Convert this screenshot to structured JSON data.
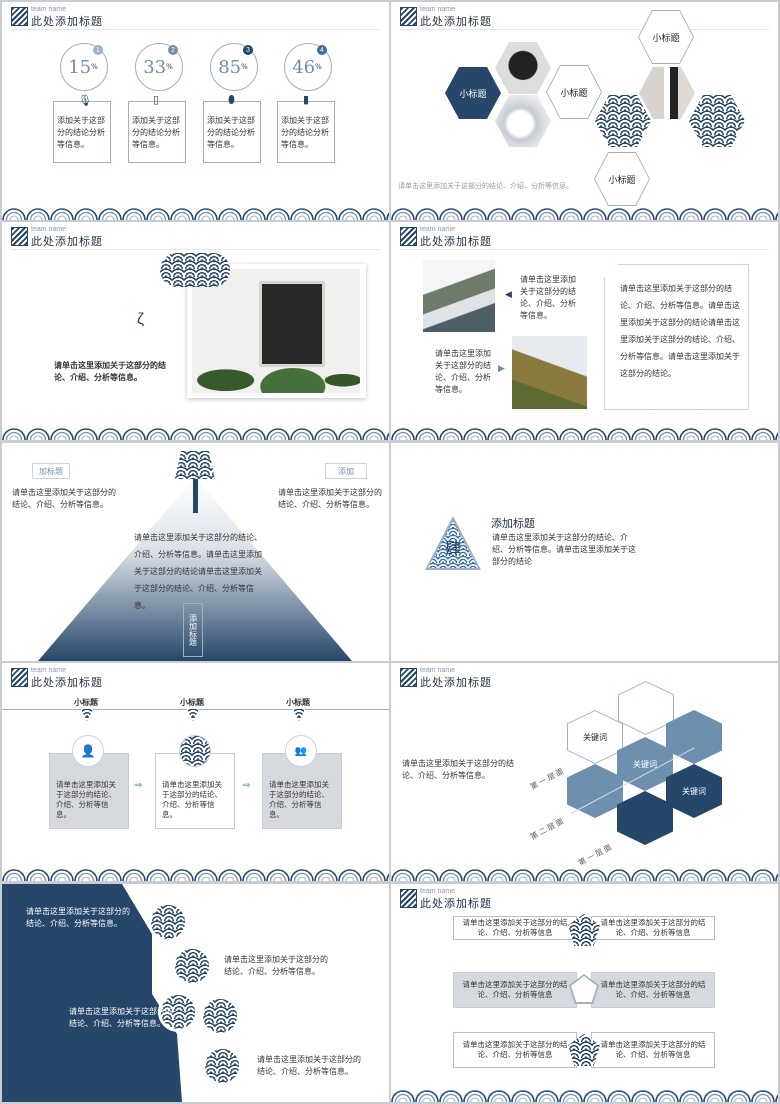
{
  "header": {
    "team": "team name",
    "title": "此处添加标题"
  },
  "s1": {
    "stats": [
      {
        "num": "1",
        "value": "15",
        "unit": "%",
        "icon": "microphone-icon",
        "text": "添加关于这部分的结论分析等信息。"
      },
      {
        "num": "2",
        "value": "33",
        "unit": "%",
        "icon": "phone-icon",
        "text": "添加关于这部分的结论分析等信息。"
      },
      {
        "num": "3",
        "value": "85",
        "unit": "%",
        "icon": "mouse-icon",
        "text": "添加关于这部分的结论分析等信息。"
      },
      {
        "num": "4",
        "value": "46",
        "unit": "%",
        "icon": "usb-drive-icon",
        "text": "添加关于这部分的结论分析等信息。"
      }
    ]
  },
  "s2": {
    "hex_labels": [
      "小标题",
      "小标题",
      "小标题",
      "小标题"
    ],
    "caption": "请单击这里添加关于这部分的结论、介绍、分析等信息。"
  },
  "s3": {
    "text": "请单击这里添加关于这部分的结论、介绍、分析等信息。"
  },
  "s4": {
    "text_a": "请单击这里添加关于这部分的结论、介绍、分析等信息。",
    "text_b": "请单击这里添加关于这部分的结论、介绍、分析等信息。",
    "text_box": "请单击这里添加关于这部分的结论、介绍、分析等信息。请单击这里添加关于这部分的结论请单击这里添加关于这部分的结论、介绍、分析等信息。请单击这里添加关于这部分的结论。"
  },
  "s5": {
    "tag_left": "加标题",
    "tag_right": "添加",
    "text_left": "请单击这里添加关于这部分的结论、介绍、分析等信息。",
    "text_right": "请单击这里添加关于这部分的结论、介绍、分析等信息。",
    "text_center": "请单击这里添加关于这部分的结论、介绍、分析等信息。请单击这里添加关于这部分的结论请单击这里添加关于这部分的结论、介绍、分析等信息。",
    "vertical_label": "添加标题"
  },
  "s6": {
    "glyph": "肆",
    "title": "添加标题",
    "text": "请单击这里添加关于这部分的结论、介绍、分析等信息。请单击这里添加关于这部分的结论"
  },
  "s7": {
    "steps": [
      {
        "label": "小标题",
        "icon": "user-icon",
        "text": "请单击这里添加关于这部分的结论、介绍、分析等信息。"
      },
      {
        "label": "小标题",
        "icon": "globe-icon",
        "text": "请单击这里添加关于这部分的结论、介绍、分析等信息。"
      },
      {
        "label": "小标题",
        "icon": "team-icon",
        "text": "请单击这里添加关于这部分的结论、介绍、分析等信息。"
      }
    ]
  },
  "s8": {
    "text": "请单击这里添加关于这部分的结论、介绍、分析等信息。",
    "keywords": [
      "关键词",
      "关键词",
      "关键词"
    ],
    "layers": [
      "第一层面",
      "第二层面",
      "第一层面"
    ]
  },
  "s9": {
    "texts": [
      "请单击这里添加关于这部分的结论、介绍、分析等信息。",
      "请单击这里添加关于这部分的结论、介绍、分析等信息。",
      "请单击这里添加关于这部分的结论、介绍、分析等信息。",
      "请单击这里添加关于这部分的结论、介绍、分析等信息。"
    ]
  },
  "s10": {
    "boxes": [
      "请单击这里添加关于这部分的结论、介绍、分析等信息",
      "请单击这里添加关于这部分的结论、介绍、分析等信息",
      "请单击这里添加关于这部分的结论、介绍、分析等信息",
      "请单击这里添加关于这部分的结论、介绍、分析等信息",
      "请单击这里添加关于这部分的结论、介绍、分析等信息",
      "请单击这里添加关于这部分的结论、介绍、分析等信息"
    ]
  },
  "colors": {
    "navy": "#26466a",
    "steel": "#6f8fae",
    "light": "#e8eef4"
  }
}
